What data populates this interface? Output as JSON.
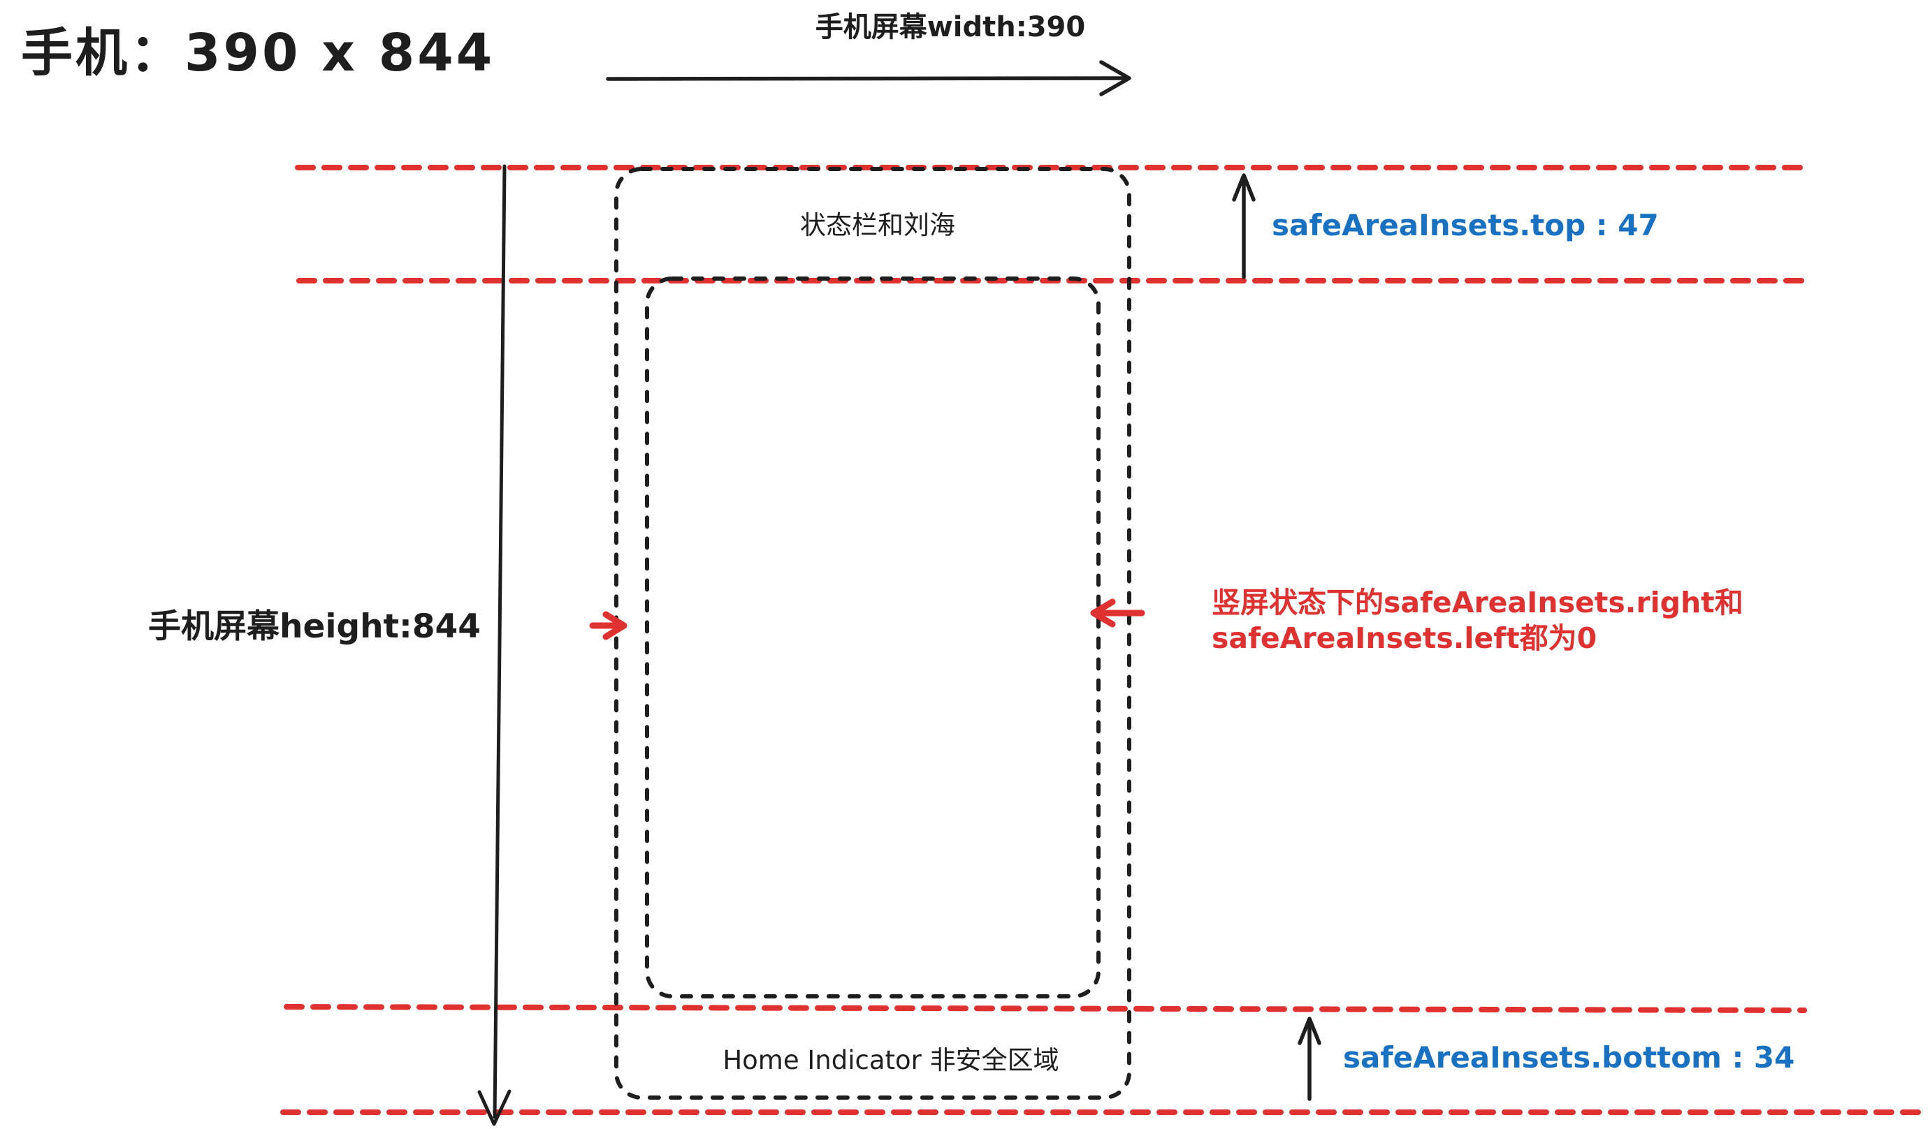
{
  "title": "手机：390 x 844",
  "colors": {
    "ink": "#1e1e1e",
    "red": "#e03131",
    "blue": "#1971c2",
    "background": "#ffffff"
  },
  "annotations": {
    "screen_width_label": "手机屏幕width:390",
    "screen_height_label": "手机屏幕height:844",
    "inset_top_label": "safeAreaInsets.top : 47",
    "inset_bottom_label": "safeAreaInsets.bottom : 34",
    "side_note_line1": "竖屏状态下的safeAreaInsets.right和",
    "side_note_line2": "safeAreaInsets.left都为0"
  },
  "phone": {
    "status_bar_label": "状态栏和刘海",
    "home_indicator_label": "Home Indicator 非安全区域"
  }
}
